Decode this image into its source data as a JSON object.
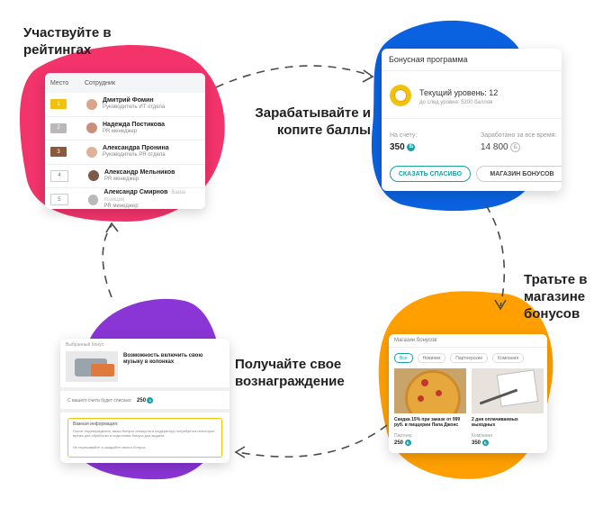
{
  "steps": {
    "rating": "Участвуйте в рейтингах",
    "earn": "Зарабатывайте и копите баллы",
    "spend": "Тратьте в магазине бонусов",
    "get": "Получайте свое вознаграждение"
  },
  "colors": {
    "pink": "#f2346b",
    "blue": "#0b62e0",
    "orange": "#ffa000",
    "purple": "#8a35d6",
    "teal": "#19a0a8",
    "gold": "#f2c10e"
  },
  "rating_card": {
    "col_place": "Место",
    "col_employee": "Сотрудник",
    "rows": [
      {
        "place": "1",
        "name": "Дмитрий Фомин",
        "role": "Руководитель ИТ отдела",
        "extra": ""
      },
      {
        "place": "2",
        "name": "Надежда Постикова",
        "role": "PR менеджер",
        "extra": ""
      },
      {
        "place": "3",
        "name": "Александра Пронина",
        "role": "Руководитель PR отдела",
        "extra": ""
      },
      {
        "place": "4",
        "name": "Александр Мельников",
        "role": "PR менеджер",
        "extra": ""
      },
      {
        "place": "5",
        "name": "Александр Смирнов",
        "role": "PR менеджер",
        "extra": "Ваша позиция"
      }
    ]
  },
  "bonus_card": {
    "title": "Бонусная программа",
    "level_label": "Текущий уровень: 12",
    "next_level": "до след уровня: 5200 баллов",
    "account_label": "На счету:",
    "account_value": "350",
    "earned_label": "Заработано за все время:",
    "earned_value": "14 800",
    "coin_symbol": "Б",
    "say_thanks": "СКАЗАТЬ СПАСИБО",
    "shop_button": "МАГАЗИН БОНУСОВ"
  },
  "shop_card": {
    "title": "Магазин бонусов",
    "filters": [
      "Все",
      "Новинки",
      "Партнерские",
      "Компания"
    ],
    "items": [
      {
        "title": "Скидка 15% при заказе от 999 руб. в пиццерии Папа Джонс",
        "sub": "Партнер",
        "price": "250"
      },
      {
        "title": "2 дня оплачиваемых выходных",
        "sub": "Компания",
        "price": "350"
      }
    ]
  },
  "reward_card": {
    "chosen_label": "Выбранный бонус:",
    "bonus_name": "Возможность включить свою музыку в колонках",
    "cost_label": "С вашего счета будет списано:",
    "cost_value": "250",
    "info_title": "Важная информация:",
    "info_text": "После подтверждения, ваши бонусы спишутся и модератору потребуется некоторое время для обработки и подготовки бонуса для выдачи.",
    "info_text2": "Не переживайте и ожидайте своего бонуса."
  }
}
